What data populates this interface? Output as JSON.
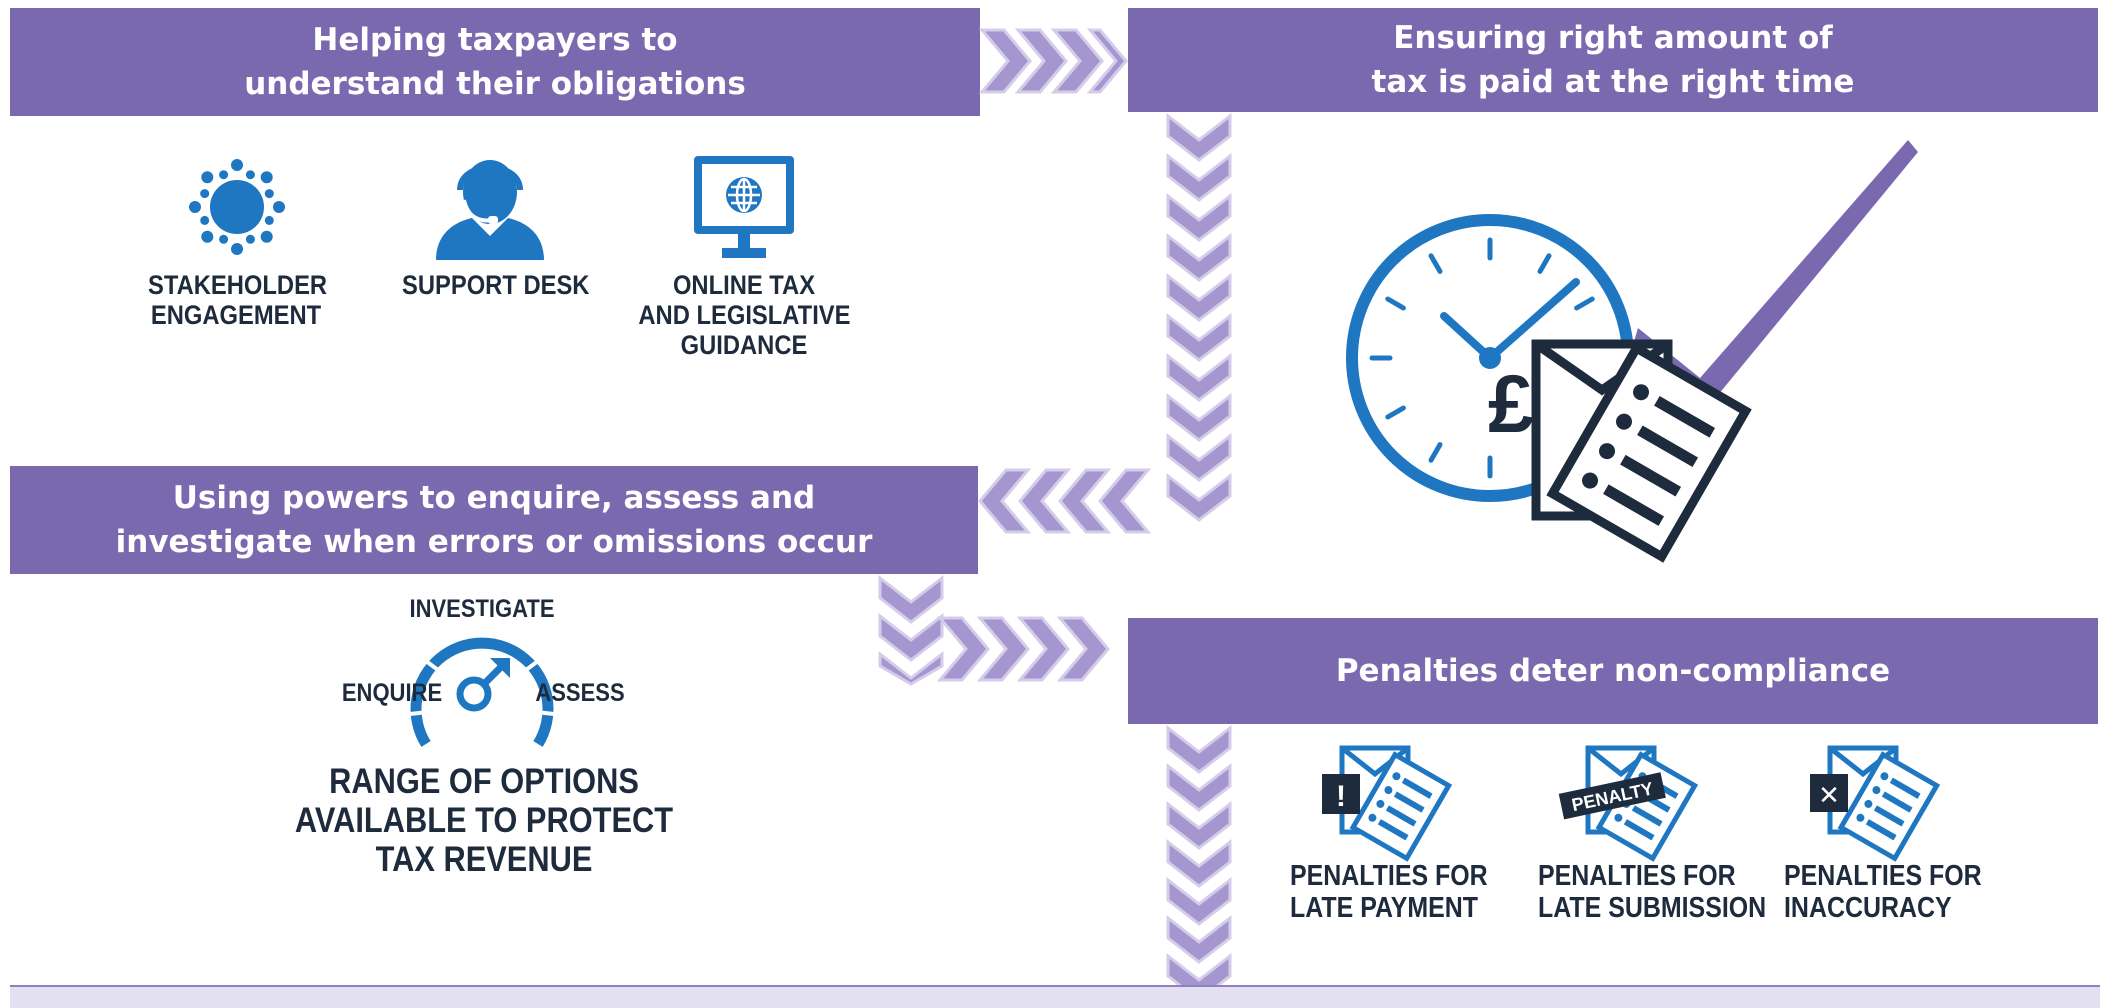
{
  "colors": {
    "purple": "#7b69af",
    "chevron": "#a596d0",
    "chevron_outline": "#d4cdea",
    "blue": "#1f77c2",
    "dark": "#1e2b3c",
    "bottom_bar": "#e3e0f1"
  },
  "banners": {
    "help": {
      "line1": "Helping taxpayers to",
      "line2": "understand their obligations"
    },
    "ensure": {
      "line1": "Ensuring right amount of",
      "line2": "tax is paid at the right time"
    },
    "powers": {
      "line1": "Using powers to enquire, assess and",
      "line2": "investigate when errors or omissions occur"
    },
    "penalties": {
      "line1": "Penalties deter non-compliance"
    }
  },
  "help_items": [
    {
      "icon": "stakeholder-engagement-icon",
      "line1": "STAKEHOLDER",
      "line2": "ENGAGEMENT"
    },
    {
      "icon": "support-desk-icon",
      "line1": "SUPPORT DESK"
    },
    {
      "icon": "online-guidance-icon",
      "line1": "ONLINE TAX",
      "line2": "AND LEGISLATIVE",
      "line3": "GUIDANCE"
    }
  ],
  "gauge": {
    "top": "INVESTIGATE",
    "left": "ENQUIRE",
    "right": "ASSESS",
    "caption": {
      "line1": "RANGE OF OPTIONS",
      "line2": "AVAILABLE TO PROTECT",
      "line3": "TAX REVENUE"
    }
  },
  "penalty_items": [
    {
      "icon": "late-payment-icon",
      "badge": "!",
      "line1": "PENALTIES FOR",
      "line2": "LATE PAYMENT"
    },
    {
      "icon": "late-submission-icon",
      "badge": "PENALTY",
      "line1": "PENALTIES FOR",
      "line2": "LATE SUBMISSION"
    },
    {
      "icon": "inaccuracy-icon",
      "badge": "✕",
      "line1": "PENALTIES FOR",
      "line2": "INACCURACY"
    }
  ],
  "illustration": {
    "icon": "clock-pound-checkmark-icon",
    "currency": "£"
  }
}
